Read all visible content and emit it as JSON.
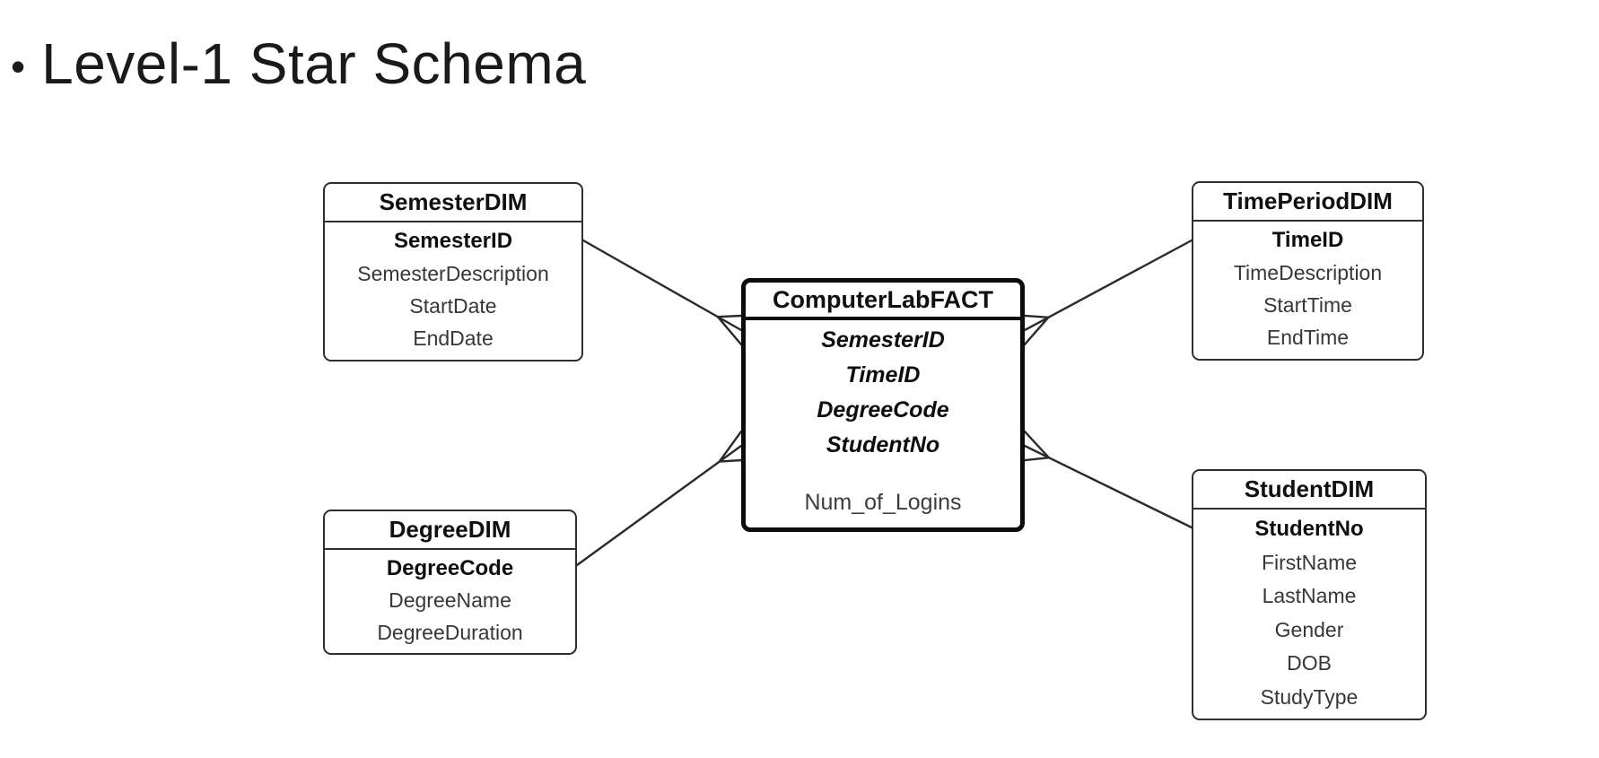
{
  "title": {
    "bullet": "•",
    "text": "Level-1 Star Schema"
  },
  "colors": {
    "background": "#ffffff",
    "line": "#2a2a2a",
    "text_primary": "#0e0e0e",
    "text_secondary": "#373737"
  },
  "fact_table": {
    "name": "ComputerLabFACT",
    "foreign_keys": [
      "SemesterID",
      "TimeID",
      "DegreeCode",
      "StudentNo"
    ],
    "measure": "Num_of_Logins"
  },
  "dimension_tables": [
    {
      "name": "SemesterDIM",
      "key": "SemesterID",
      "fields": [
        "SemesterDescription",
        "StartDate",
        "EndDate"
      ]
    },
    {
      "name": "TimePeriodDIM",
      "key": "TimeID",
      "fields": [
        "TimeDescription",
        "StartTime",
        "EndTime"
      ]
    },
    {
      "name": "DegreeDIM",
      "key": "DegreeCode",
      "fields": [
        "DegreeName",
        "DegreeDuration"
      ]
    },
    {
      "name": "StudentDIM",
      "key": "StudentNo",
      "fields": [
        "FirstName",
        "LastName",
        "Gender",
        "DOB",
        "StudyType"
      ]
    }
  ],
  "relationships": [
    {
      "from": "SemesterDIM",
      "to": "ComputerLabFACT",
      "cardinality_at_fact": "many"
    },
    {
      "from": "TimePeriodDIM",
      "to": "ComputerLabFACT",
      "cardinality_at_fact": "many"
    },
    {
      "from": "DegreeDIM",
      "to": "ComputerLabFACT",
      "cardinality_at_fact": "many"
    },
    {
      "from": "StudentDIM",
      "to": "ComputerLabFACT",
      "cardinality_at_fact": "many"
    }
  ]
}
